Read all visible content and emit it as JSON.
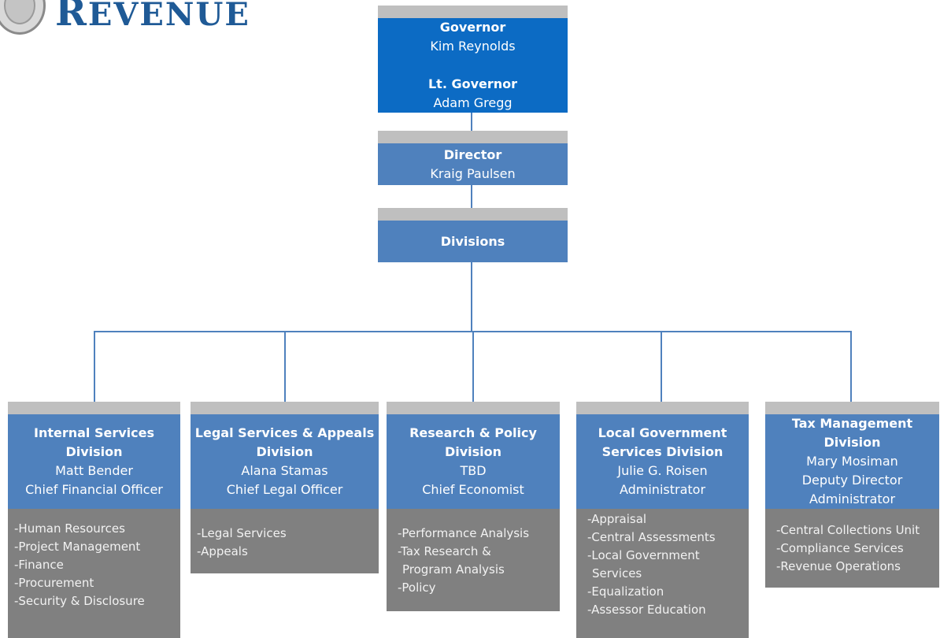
{
  "logo": {
    "text": "Revenue"
  },
  "top": [
    {
      "role": "Governor",
      "name": "Kim Reynolds",
      "role2": "Lt. Governor",
      "name2": "Adam Gregg"
    },
    {
      "role": "Director",
      "name": "Kraig Paulsen"
    },
    {
      "role": "Divisions"
    }
  ],
  "divisions": [
    {
      "title": [
        "Internal Services",
        "Division"
      ],
      "lines": [
        "Matt Bender",
        "Chief Financial Officer"
      ],
      "items": [
        "-Human Resources",
        "-Project Management",
        "-Finance",
        "-Procurement",
        "-Security & Disclosure"
      ]
    },
    {
      "title": [
        "Legal Services & Appeals",
        "Division"
      ],
      "lines": [
        "Alana Stamas",
        "Chief Legal Officer"
      ],
      "items": [
        "-Legal Services",
        "-Appeals"
      ]
    },
    {
      "title": [
        "Research & Policy",
        "Division"
      ],
      "lines": [
        "TBD",
        "Chief Economist"
      ],
      "items": [
        "-Performance Analysis",
        "-Tax Research &",
        " Program Analysis",
        "-Policy"
      ]
    },
    {
      "title": [
        "Local Government",
        "Services Division"
      ],
      "lines": [
        "Julie G. Roisen",
        "Administrator"
      ],
      "items": [
        "-Appraisal",
        "-Central Assessments",
        "-Local Government",
        " Services",
        "-Equalization",
        "-Assessor Education"
      ]
    },
    {
      "title": [
        "Tax Management",
        "Division"
      ],
      "lines": [
        "Mary Mosiman",
        "Deputy Director",
        "Administrator"
      ],
      "items": [
        "-Central Collections Unit",
        "-Compliance Services",
        "-Revenue Operations"
      ]
    }
  ]
}
